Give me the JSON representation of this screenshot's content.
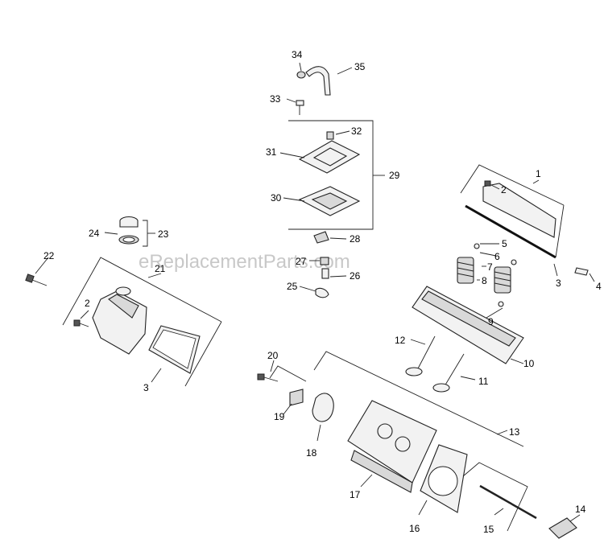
{
  "watermark": "eReplacementParts.com",
  "callouts": {
    "c1": "1",
    "c2a": "2",
    "c2b": "2",
    "c3a": "3",
    "c3b": "3",
    "c4": "4",
    "c5": "5",
    "c6": "6",
    "c7": "7",
    "c8": "8",
    "c9": "9",
    "c10": "10",
    "c11": "11",
    "c12": "12",
    "c13": "13",
    "c14": "14",
    "c15": "15",
    "c16": "16",
    "c17": "17",
    "c18": "18",
    "c19": "19",
    "c20": "20",
    "c21": "21",
    "c22": "22",
    "c23": "23",
    "c24": "24",
    "c25": "25",
    "c26": "26",
    "c27": "27",
    "c28": "28",
    "c29": "29",
    "c30": "30",
    "c31": "31",
    "c32": "32",
    "c33": "33",
    "c34": "34",
    "c35": "35"
  }
}
